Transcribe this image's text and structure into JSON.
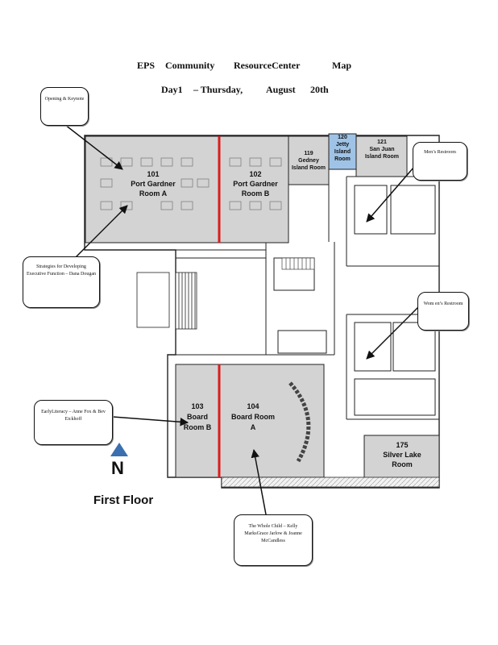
{
  "header": {
    "title_parts": [
      "EPS",
      "Community",
      "ResourceCenter",
      "Map"
    ],
    "subtitle_parts": [
      "Day1",
      "– Thursday,",
      "August",
      "20th"
    ]
  },
  "rooms": [
    {
      "number": "101",
      "name": "Port Gardner Room A"
    },
    {
      "number": "102",
      "name": "Port Gardner Room B"
    },
    {
      "number": "119",
      "name": "Gedney Island Room"
    },
    {
      "number": "120",
      "name": "Jetty Island Room"
    },
    {
      "number": "121",
      "name": "San Juan Island Room"
    },
    {
      "number": "103",
      "name": "Board Room B"
    },
    {
      "number": "104",
      "name": "Board Room A"
    },
    {
      "number": "175",
      "name": "Silver Lake Room"
    }
  ],
  "callouts": {
    "opening": "Opening & Keynote",
    "strategies": "Strategies for Developing Executive Function – Dana Dougan",
    "mens": "Men’s Restroom",
    "womens": "Wom en’s Restroom",
    "early": "EarlyLiteracy – Anne Fox & Bev Eickhoff",
    "whole": "The Whole Child – Kelly MarksGrace Jarlow & Joanne McCandless"
  },
  "compass": {
    "label": "N",
    "color": "#3a6fb0"
  },
  "floor_label": "First Floor",
  "colors": {
    "room_fill": "#d3d3d3",
    "jetty_fill": "#9fc3e6",
    "divider": "#dd1c1c",
    "wall": "#222222"
  }
}
